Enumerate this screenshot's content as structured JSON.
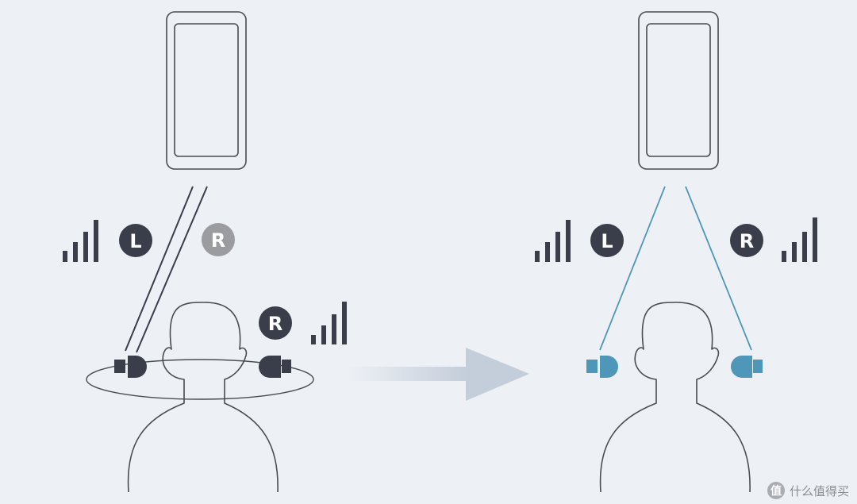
{
  "colors": {
    "background": "#edf0f5",
    "outline": "#4a4c52",
    "dark": "#3a3e4a",
    "inactive": "#9a9c9f",
    "accent": "#4f97b8",
    "arrow": "#c4cdda"
  },
  "before": {
    "phone_icon": "smartphone-icon",
    "link_mode": "relay",
    "left_badge": "L",
    "right_badge": "R",
    "right_badge_near": "R",
    "right_badge_state": "inactive"
  },
  "after": {
    "phone_icon": "smartphone-icon",
    "link_mode": "simultaneous",
    "left_badge": "L",
    "right_badge": "R"
  },
  "signal": {
    "icon": "signal-bars-icon",
    "bars": 4
  },
  "watermark": {
    "logo": "值",
    "text": "什么值得买"
  }
}
